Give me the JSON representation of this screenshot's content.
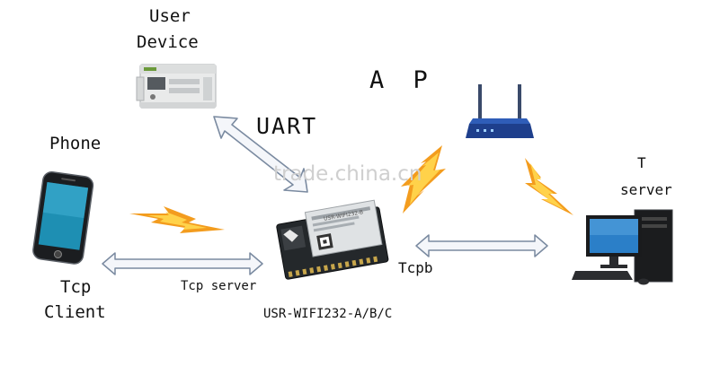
{
  "labels": {
    "user_device": [
      "User",
      "Device"
    ],
    "ap": "A P",
    "uart": "UART",
    "phone": "Phone",
    "tcp_client": [
      "Tcp",
      "Client"
    ],
    "tcp_server_left": "Tcp server",
    "module": "USR-WIFI232-A/B/C",
    "tcpb": "Tcpb",
    "tcp_server_right": [
      "T",
      "server"
    ]
  },
  "watermark": "trade.china.cn",
  "module_chip_text": "USR-WIFI232-B",
  "icons": [
    "plc-device-icon",
    "router-icon",
    "smartphone-icon",
    "wifi-module-icon",
    "desktop-computer-icon",
    "lightning-signal-icon",
    "double-arrow-icon"
  ],
  "colors": {
    "arrow_outline": "#7a8aa0",
    "arrow_fill": "#f4f6fa",
    "signal_orange": "#f39c1e",
    "router_blue": "#1e3f8c"
  }
}
